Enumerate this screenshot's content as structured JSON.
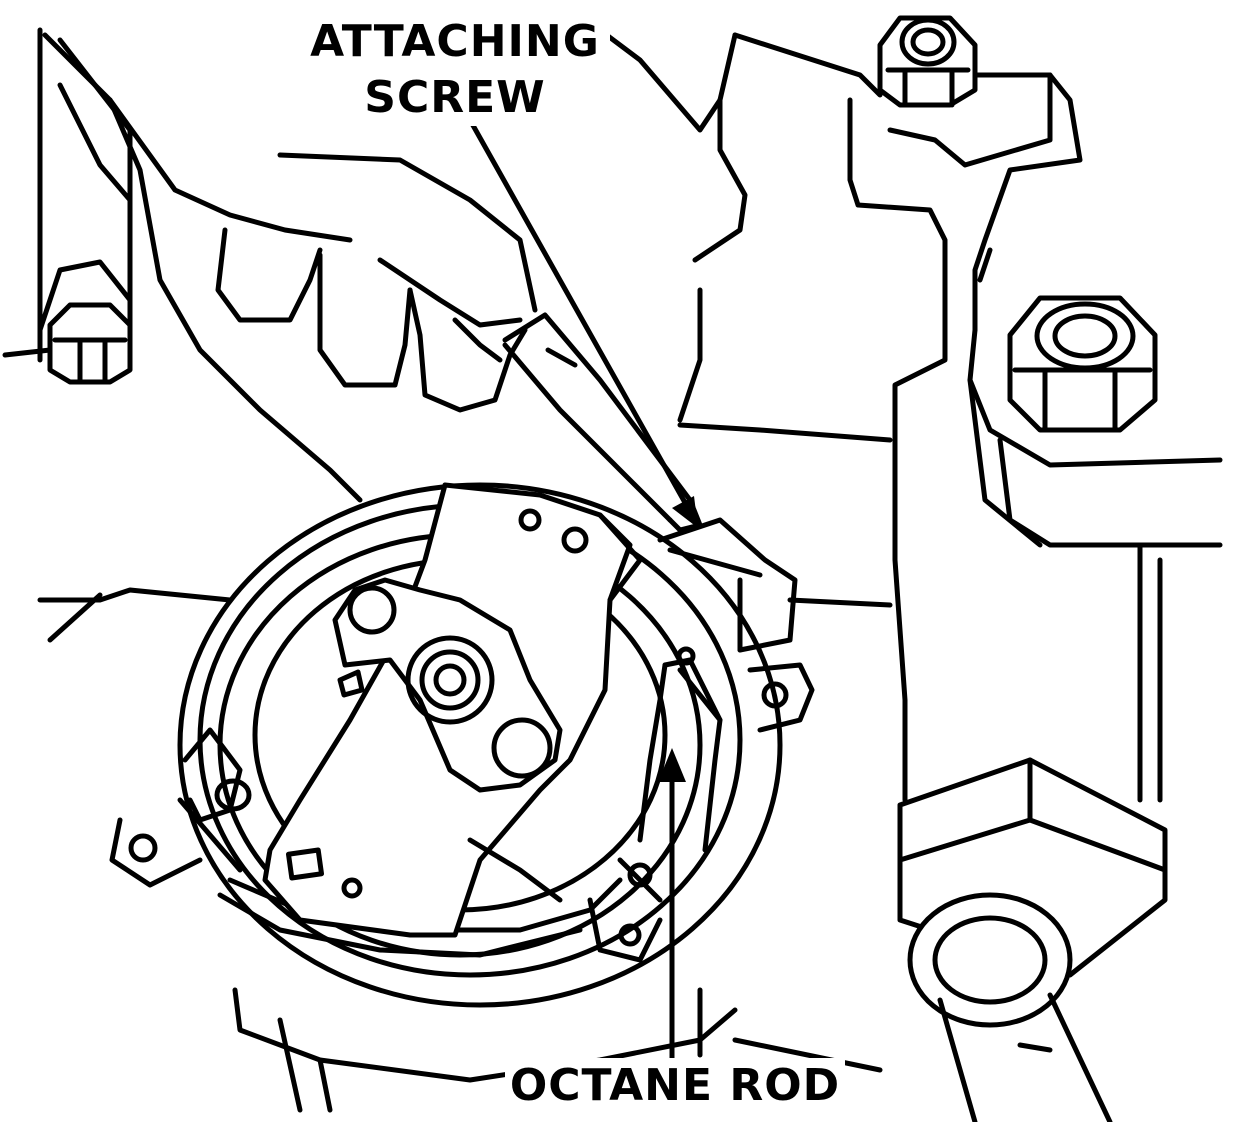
{
  "figure": {
    "callouts": [
      {
        "id": "attaching-screw",
        "lines": [
          "ATTACHING",
          "SCREW"
        ]
      },
      {
        "id": "octane-rod",
        "lines": [
          "OCTANE ROD"
        ]
      }
    ],
    "ink_color": "#000000",
    "background_color": "#ffffff"
  }
}
